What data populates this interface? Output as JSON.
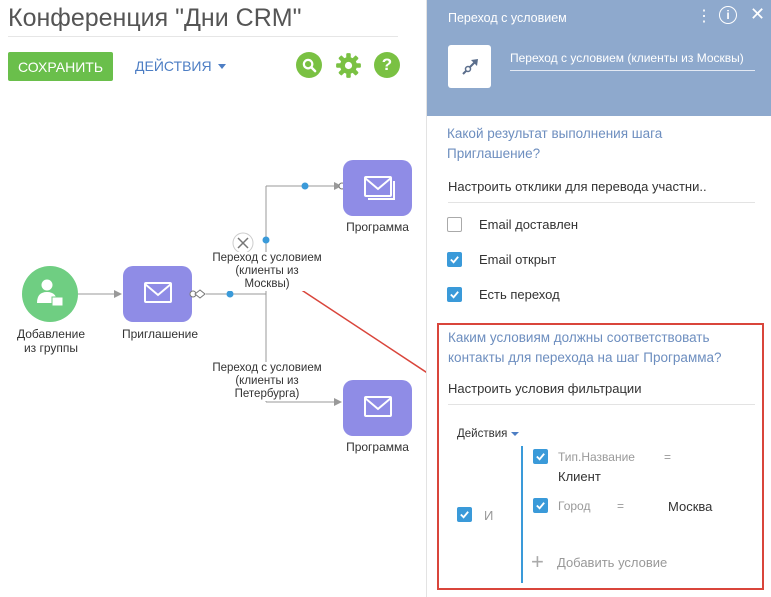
{
  "page": {
    "title": "Конференция \"Дни CRM\""
  },
  "toolbar": {
    "save_label": "СОХРАНИТЬ",
    "actions_label": "ДЕЙСТВИЯ",
    "search_icon": "search-icon",
    "settings_icon": "gear-icon",
    "help_label": "?"
  },
  "diagram": {
    "nodes": {
      "start": "Добавление\nиз группы",
      "invite": "Приглашение",
      "program_top": "Программа",
      "program_bottom": "Программа"
    },
    "transitions": {
      "moscow": "Переход с условием\n(клиенты из\nМосквы)",
      "peterburg": "Переход с условием\n(клиенты из\nПетербурга)"
    },
    "accent_colors": {
      "task_node": "#8f8ce6",
      "start_node": "#6fce82",
      "connector": "#3a9ad9",
      "annotation_arrow": "#d9453b"
    }
  },
  "panel": {
    "header_title": "Переход с условием",
    "element_name": "Переход с условием (клиенты из Москвы)",
    "info_label": "i",
    "q1": {
      "line1": "Какой результат выполнения шага",
      "line2": "Приглашение?"
    },
    "responses_value": "Настроить отклики для перевода участни..",
    "checkboxes": [
      {
        "label": "Email доставлен",
        "checked": false
      },
      {
        "label": "Email открыт",
        "checked": true
      },
      {
        "label": "Есть переход",
        "checked": true
      }
    ],
    "q2": {
      "line1": "Каким условиям должны соответствовать",
      "line2": "контакты для перехода на шаг Программа?"
    },
    "filter_value": "Настроить условия фильтрации",
    "filter": {
      "actions_label": "Действия",
      "group_operator": "И",
      "conditions": [
        {
          "column": "Тип.Название",
          "operator": "=",
          "value": "Клиент"
        },
        {
          "column": "Город",
          "operator": "=",
          "value": "Москва"
        }
      ],
      "add_label": "Добавить условие"
    }
  }
}
